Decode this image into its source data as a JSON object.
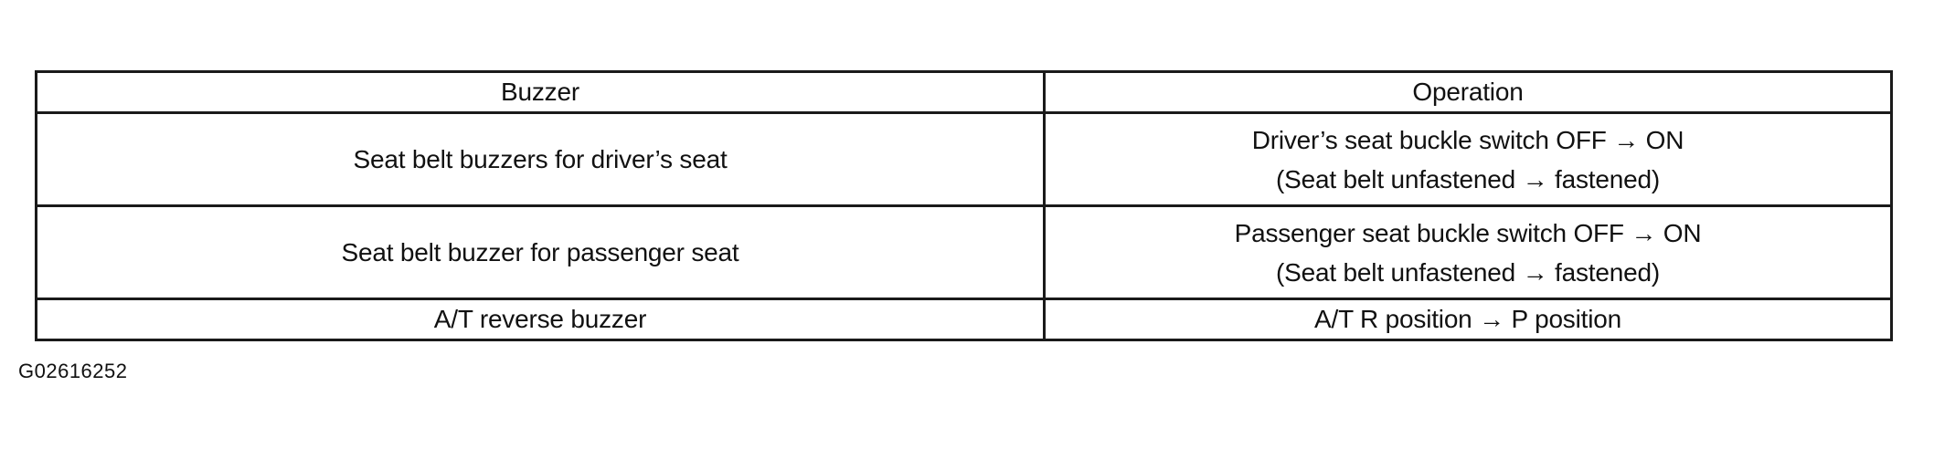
{
  "table": {
    "headers": [
      "Buzzer",
      "Operation"
    ],
    "rows": [
      {
        "buzzer": "Seat belt buzzers for driver’s seat",
        "operation": [
          "Driver’s seat buckle switch OFF → ON",
          "(Seat belt unfastened → fastened)"
        ]
      },
      {
        "buzzer": "Seat belt buzzer for passenger seat",
        "operation": [
          "Passenger seat buckle switch OFF → ON",
          "(Seat belt unfastened → fastened)"
        ]
      },
      {
        "buzzer": "A/T reverse buzzer",
        "operation": [
          "A/T R position → P position"
        ]
      }
    ]
  },
  "figure_id": "G02616252"
}
